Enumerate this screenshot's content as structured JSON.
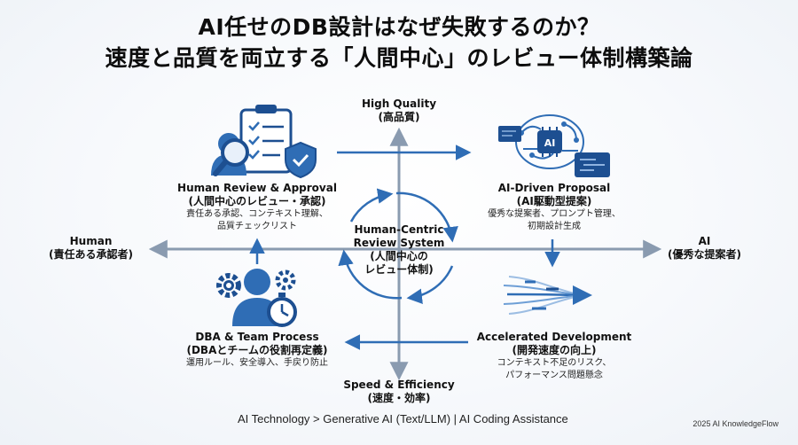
{
  "title": {
    "line1": "AI任せのDB設計はなぜ失敗するのか？",
    "line2": "速度と品質を両立する「人間中心」のレビュー体制構築論"
  },
  "axes": {
    "top": {
      "label": "High Quality",
      "sub": "(高品質)"
    },
    "bottom": {
      "label": "Speed & Efficiency",
      "sub": "(速度・効率)"
    },
    "left": {
      "label": "Human",
      "sub": "(責任ある承認者)"
    },
    "right": {
      "label": "AI",
      "sub": "(優秀な提案者)"
    }
  },
  "center": {
    "line1": "Human-Centric",
    "line2": "Review System",
    "line3": "(人間中心の",
    "line4": "レビュー体制)"
  },
  "quadrants": {
    "top_left": {
      "heading": "Human Review & Approval",
      "sub_heading": "(人間中心のレビュー・承認)",
      "desc1": "責任ある承認、コンテキスト理解、",
      "desc2": "品質チェックリスト"
    },
    "top_right": {
      "heading": "AI-Driven Proposal",
      "sub_heading": "(AI駆動型提案)",
      "desc1": "優秀な提案者、プロンプト管理、",
      "desc2": "初期設計生成"
    },
    "bottom_left": {
      "heading": "DBA & Team Process",
      "sub_heading": "(DBAとチームの役割再定義)",
      "desc1": "運用ルール、安全導入、手戻り防止"
    },
    "bottom_right": {
      "heading": "Accelerated Development",
      "sub_heading": "(開発速度の向上)",
      "desc1": "コンテキスト不足のリスク、",
      "desc2": "パフォーマンス問題懸念"
    }
  },
  "icons": {
    "top_left": [
      "clipboard-checklist-icon",
      "magnifier-icon",
      "shield-check-icon",
      "user-icon"
    ],
    "top_right": [
      "ai-brain-icon",
      "code-window-icon"
    ],
    "bottom_left": [
      "team-user-icon",
      "gear-icon",
      "stopwatch-icon"
    ],
    "bottom_right": [
      "speed-lines-arrow-icon"
    ],
    "ai_chip_label": "AI"
  },
  "colors": {
    "accent_blue": "#2f6db5",
    "dark_blue": "#1d4f91",
    "axis_gray": "#8a9bb0"
  },
  "footer": {
    "breadcrumb": "AI Technology > Generative AI (Text/LLM) | AI Coding Assistance",
    "credit": "2025 AI KnowledgeFlow"
  }
}
